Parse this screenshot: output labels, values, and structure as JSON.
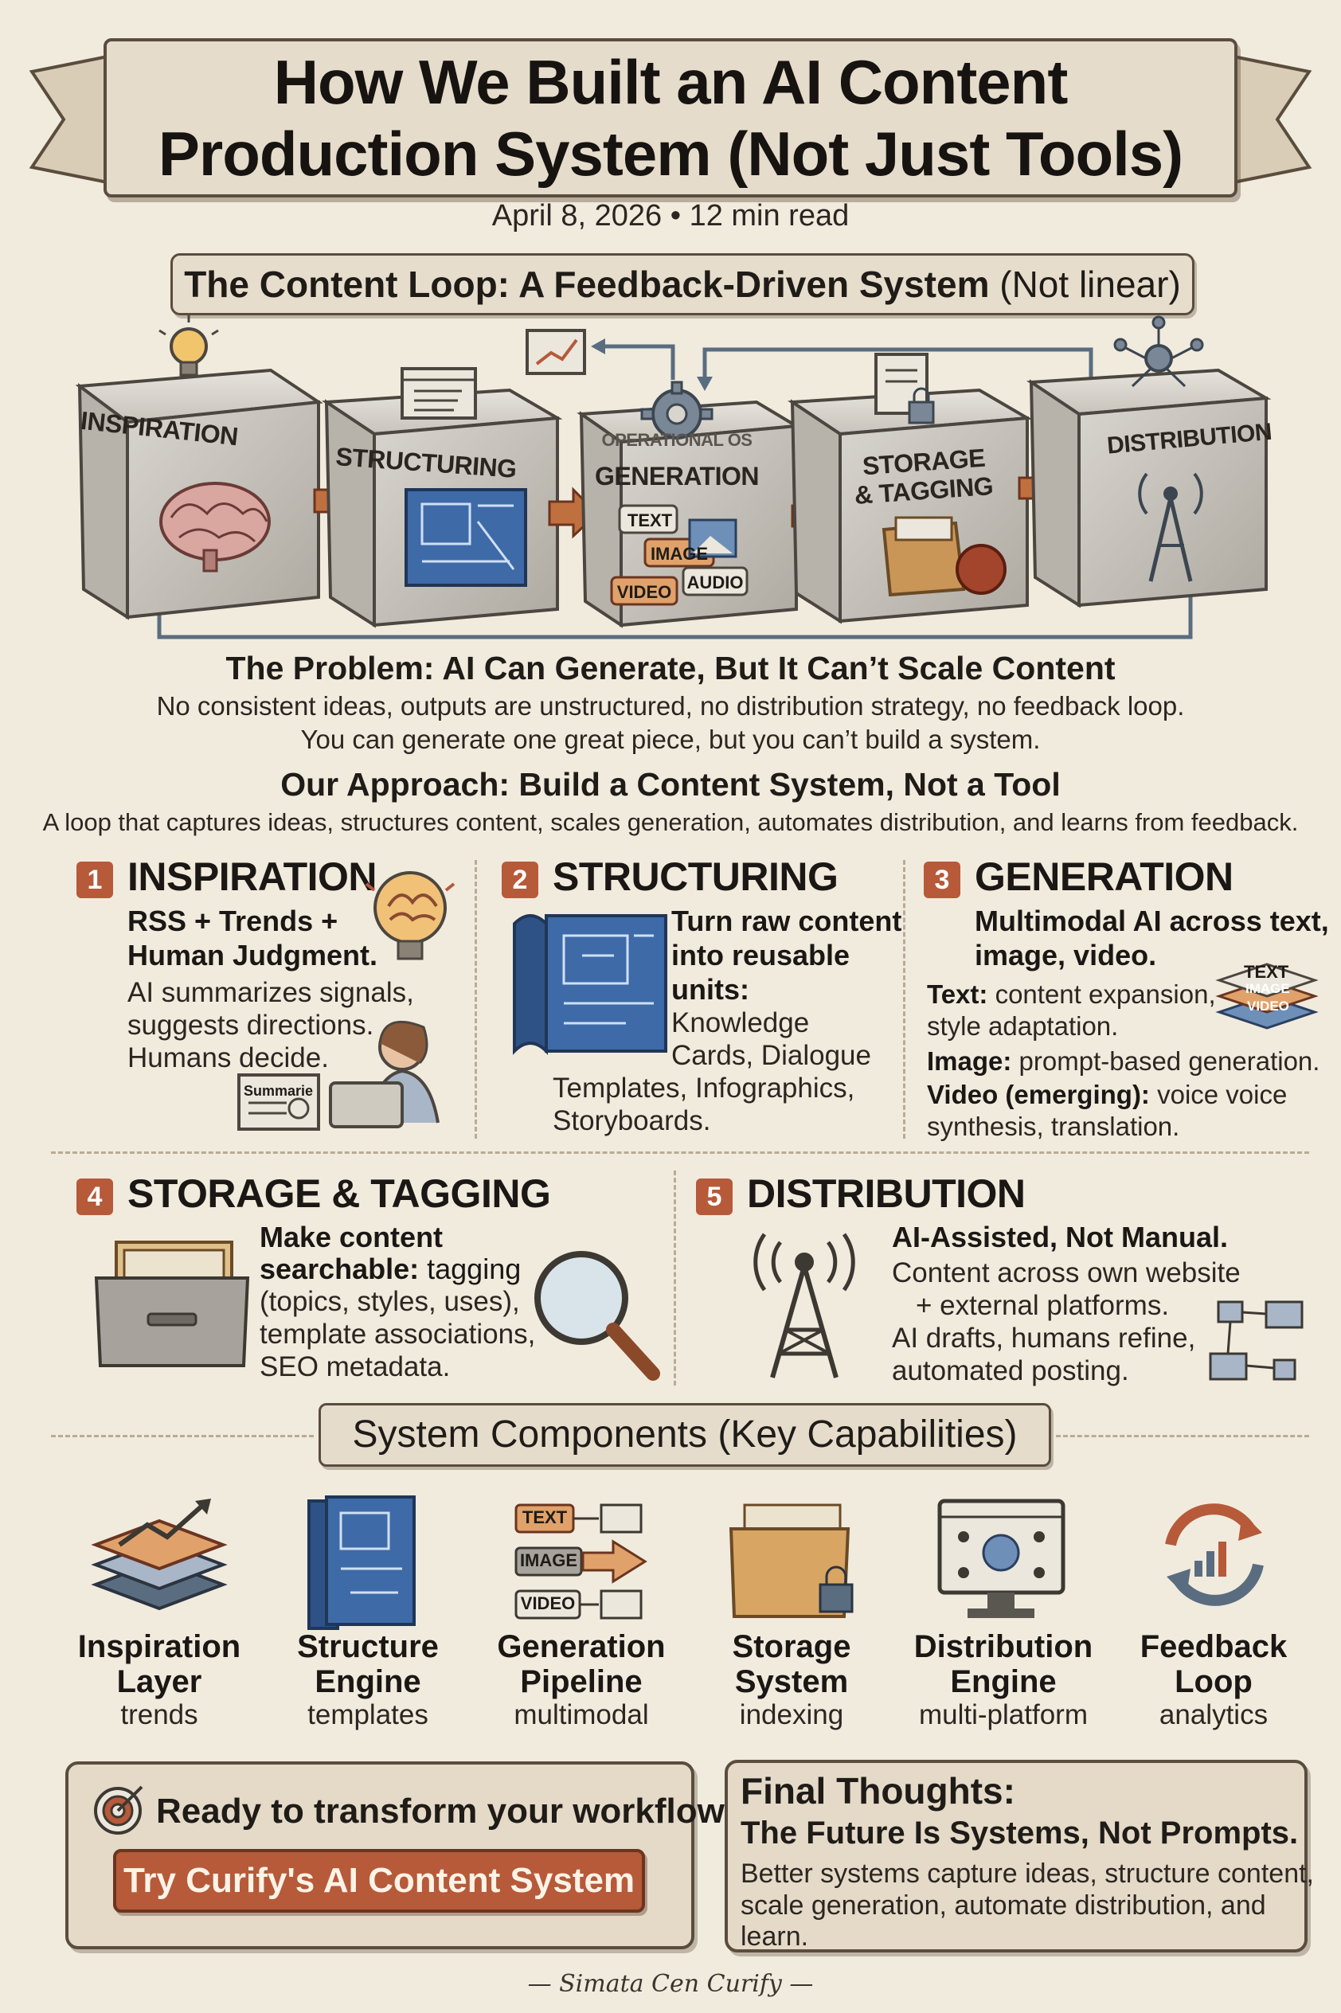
{
  "header": {
    "title_line1": "How We Built an AI Content",
    "title_line2": "Production System (Not Just Tools)",
    "date": "April 8, 2026",
    "read_time": "12 min read"
  },
  "loop": {
    "banner_bold": "The Content Loop: A Feedback-Driven System",
    "banner_note": "(Not linear)",
    "stages": [
      "INSPIRATION",
      "STRUCTURING",
      "GENERATION",
      "STORAGE",
      "& TAGGING",
      "DISTRIBUTION"
    ],
    "operational_label": "OPERATIONAL OS",
    "gen_tags": [
      "TEXT",
      "IMAGE",
      "VIDEO",
      "AUDIO"
    ]
  },
  "problem": {
    "heading": "The Problem: AI Can Generate, But It Can’t Scale Content",
    "line1": "No consistent ideas, outputs are unstructured, no distribution strategy, no feedback loop.",
    "line2": "You can generate one great piece, but you can’t build a system."
  },
  "approach": {
    "heading": "Our Approach: Build a Content System, Not a Tool",
    "line1": "A loop that captures ideas, structures content, scales generation, automates distribution, and learns from feedback."
  },
  "steps": [
    {
      "num": "1",
      "title": "INSPIRATION",
      "bold1": "RSS + Trends +",
      "bold2": "Human Judgment.",
      "lines": [
        "AI summarizes signals,",
        "suggests directions.",
        "Humans decide."
      ],
      "tag": "Summarie"
    },
    {
      "num": "2",
      "title": "STRUCTURING",
      "bold1": "Turn raw content",
      "bold2": "into reusable",
      "bold3": "units:",
      "lines": [
        "Knowledge",
        "Cards, Dialogue",
        "Templates, Infographics,",
        "Storyboards."
      ]
    },
    {
      "num": "3",
      "title": "GENERATION",
      "bold1": "Multimodal AI across text,",
      "bold2": "image, video.",
      "text_label": "Text:",
      "text_body": "content expansion,",
      "text_body2": "style adaptation.",
      "image_label": "Image:",
      "image_body": "prompt-based generation.",
      "video_label": "Video (emerging):",
      "video_body": "voice voice",
      "video_body2": "synthesis, translation.",
      "stack": [
        "TEXT",
        "IMAGE",
        "VIDEO"
      ]
    },
    {
      "num": "4",
      "title": "STORAGE & TAGGING",
      "bold1": "Make content",
      "bold2": "searchable:",
      "rest": "tagging",
      "lines": [
        "(topics, styles, uses),",
        "template associations,",
        "SEO metadata."
      ]
    },
    {
      "num": "5",
      "title": "DISTRIBUTION",
      "bold1": "AI-Assisted, Not Manual.",
      "lines": [
        "Content across own website",
        "+ external platforms.",
        "AI drafts, humans refine,",
        "automated posting."
      ]
    }
  ],
  "components": {
    "banner": "System Components (Key Capabilities)",
    "items": [
      {
        "title1": "Inspiration",
        "title2": "Layer",
        "sub": "trends"
      },
      {
        "title1": "Structure",
        "title2": "Engine",
        "sub": "templates"
      },
      {
        "title1": "Generation",
        "title2": "Pipeline",
        "sub": "multimodal"
      },
      {
        "title1": "Storage",
        "title2": "System",
        "sub": "indexing"
      },
      {
        "title1": "Distribution",
        "title2": "Engine",
        "sub": "multi-platform"
      },
      {
        "title1": "Feedback",
        "title2": "Loop",
        "sub": "analytics"
      }
    ],
    "pipeline_tags": [
      "TEXT",
      "IMAGE",
      "VIDEO"
    ]
  },
  "cta": {
    "question": "Ready to transform your workflow?",
    "button": "Try Curify's AI Content System"
  },
  "final": {
    "heading": "Final Thoughts:",
    "subheading": "The Future Is Systems, Not Prompts.",
    "line1": "Better systems capture ideas, structure content,",
    "line2": "scale generation, automate distribution, and learn."
  },
  "signature": "— Simata Cen Curify —",
  "colors": {
    "background": "#f1ebde",
    "accent": "#b65a3a",
    "blueprint": "#3f6aa8",
    "stone": "#c9c5bd",
    "ink": "#1f1c18"
  }
}
